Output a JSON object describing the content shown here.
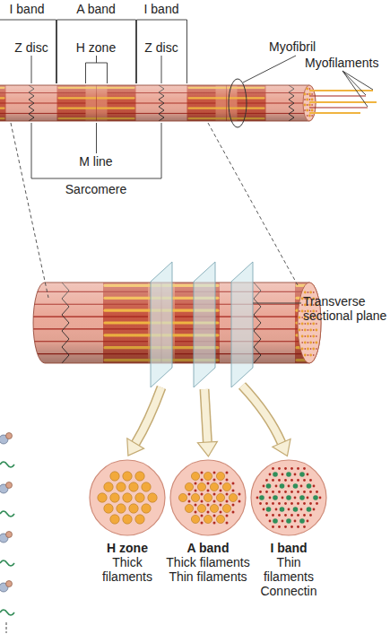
{
  "diagram": {
    "nodes": [
      {
        "text": [
          "H zone",
          "Thick filaments"
        ]
      },
      {
        "text": [
          "A band",
          "Thick filaments Thin filaments"
        ]
      },
      {
        "text": [
          "I band",
          "Thin filaments Connectin"
        ]
      }
    ],
    "labels": [
      "I band",
      "A band",
      "I band",
      "Z disc",
      "H zone",
      "Z disc",
      "Myofibril",
      "Myofilaments",
      "M line",
      "Sarcomere",
      "Transverse sectional plane"
    ]
  }
}
